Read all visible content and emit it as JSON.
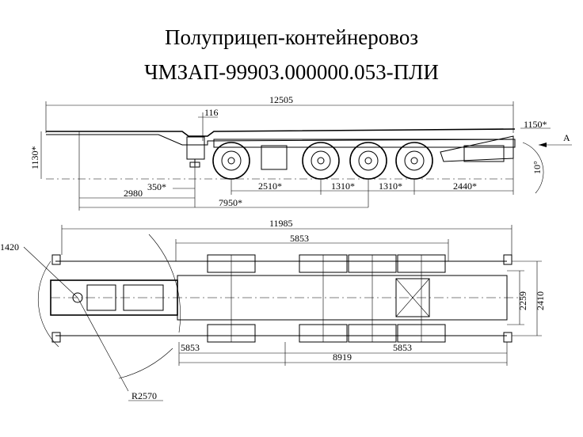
{
  "title": {
    "line1": "Полуприцеп-контейнеровоз",
    "line2": "ЧМЗАП-99903.000000.053-ПЛИ"
  },
  "side_view": {
    "overall_length": "12505",
    "kingpin_offset": "116",
    "coupling_height": "1130*",
    "rear_overhang_height": "1150*",
    "view_marker": "A",
    "rear_angle": "10°",
    "support_offset": "350*",
    "kingpin_to_support": "2980",
    "axle_spacing_1": "2510*",
    "axle_spacing_2": "1310*",
    "axle_spacing_3": "1310*",
    "rear_overhang": "2440*",
    "kingpin_to_bogie": "7950*"
  },
  "top_view": {
    "frame_length": "11985",
    "twistlock_span": "5853",
    "front_radius": "1420",
    "swing_radius": "R2570",
    "front_section": "5853",
    "rear_section": "5853",
    "rear_length": "8919",
    "track_width": "2259",
    "overall_width": "2410"
  }
}
